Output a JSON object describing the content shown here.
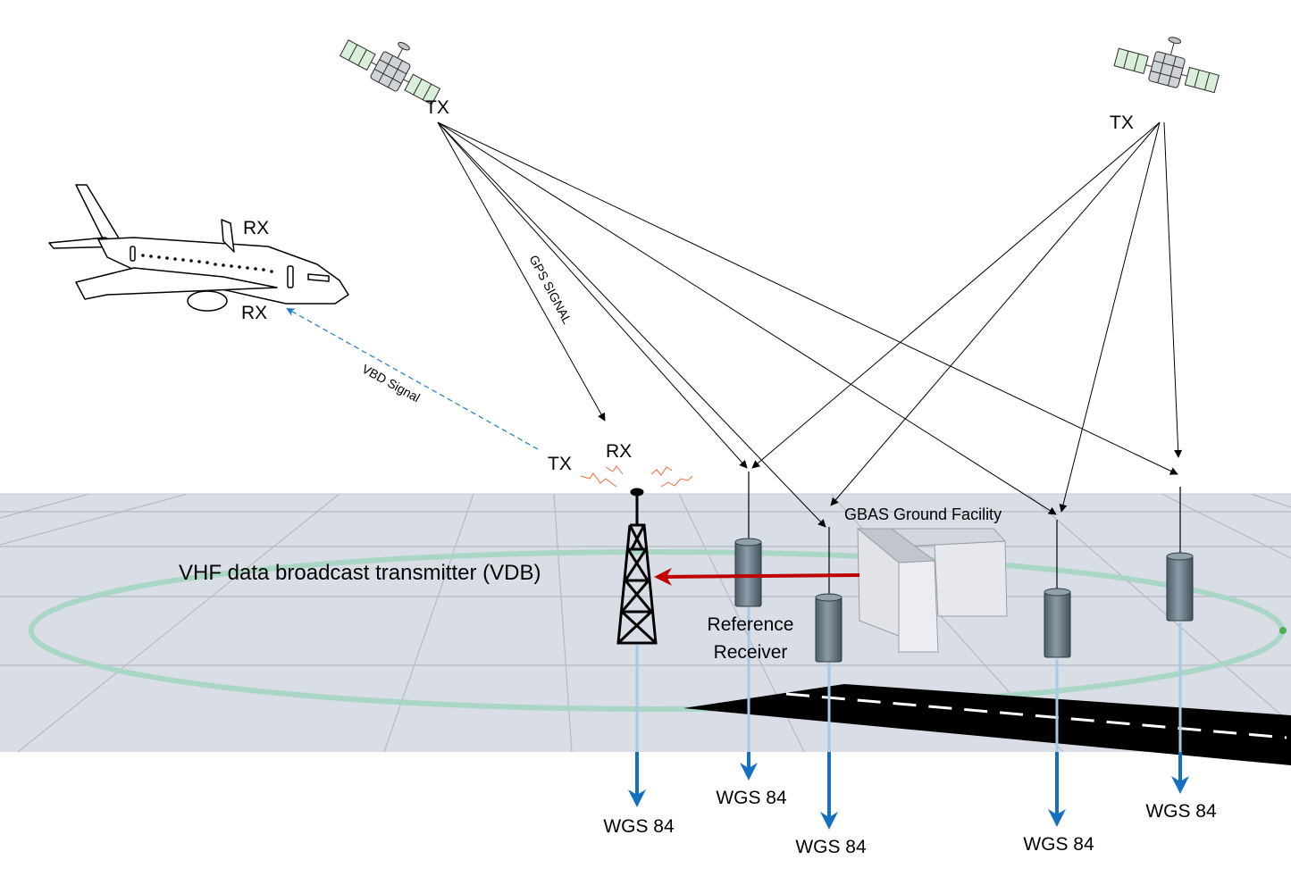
{
  "labels": {
    "sat1_tx": "TX",
    "sat2_tx": "TX",
    "aircraft_rx_top": "RX",
    "aircraft_rx_bottom": "RX",
    "vdb_tx": "TX",
    "vdb_rx": "RX",
    "gps_signal": "GPS SIGNAL",
    "vbd_signal": "VBD Signal",
    "vdb_transmitter": "VHF data broadcast transmitter (VDB)",
    "gbas_facility": "GBAS Ground Facility",
    "reference_receiver_line1": "Reference",
    "reference_receiver_line2": "Receiver",
    "wgs84_tower": "WGS 84",
    "wgs84_receiver_1": "WGS 84",
    "wgs84_receiver_2": "WGS 84",
    "wgs84_receiver_3": "WGS 84",
    "wgs84_receiver_4": "WGS 84"
  },
  "colors": {
    "ground": "#d9dde6",
    "grid": "#b4b9c4",
    "coverage_ellipse": "#a9d6c5",
    "data_link": "#c00000",
    "vbd_link": "#1f7bc8",
    "wgs_arrow": "#1570bf",
    "wgs_line": "#a8c8e6",
    "signal_spark": "#f06a3c",
    "runway": "#000000",
    "receiver_body": "#6b7c89"
  },
  "icons": [
    "satellite-icon",
    "aircraft-icon",
    "vdb-tower-icon",
    "reference-receiver-icon",
    "gbas-building-icon",
    "runway-icon"
  ]
}
